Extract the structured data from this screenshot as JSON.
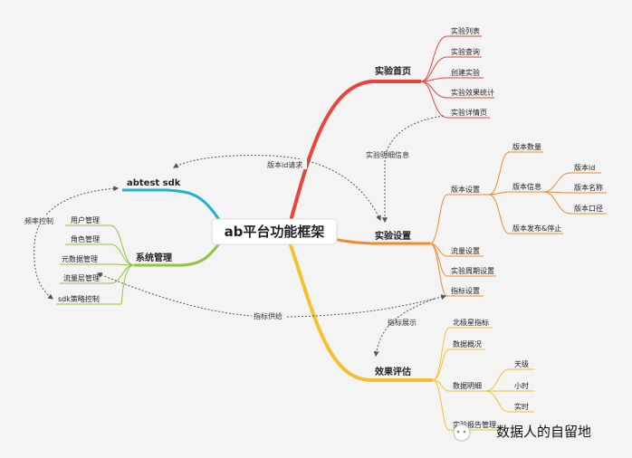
{
  "root": "ab平台功能框架",
  "branches": {
    "home": {
      "label": "实验首页",
      "children": [
        "实验列表",
        "实验查询",
        "创建实验",
        "实验效果统计",
        "实验详情页"
      ]
    },
    "settings": {
      "label": "实验设置",
      "version_settings": {
        "label": "版本设置",
        "children": {
          "count": "版本数量",
          "info": {
            "label": "版本信息",
            "children": [
              "版本id",
              "版本名称",
              "版本口径"
            ]
          },
          "release": "版本发布&停止"
        }
      },
      "others": [
        "流量设置",
        "实验周期设置",
        "指标设置"
      ]
    },
    "eval": {
      "label": "效果评估",
      "children": {
        "north": "北极星指标",
        "overview": "数据概况",
        "detail": {
          "label": "数据明细",
          "children": [
            "天级",
            "小时",
            "实时"
          ]
        },
        "report": "实验报告管理"
      }
    },
    "sdk": {
      "label": "abtest sdk"
    },
    "system": {
      "label": "系统管理",
      "children": [
        "用户管理",
        "角色管理",
        "元数据管理",
        "流量层管理",
        "sdk策略控制"
      ]
    }
  },
  "relations": {
    "version_id_request": "版本id请求",
    "detail_info": "实验明细信息",
    "freq_control": "频率控制",
    "metric_supply": "指标供给",
    "metric_display": "指标展示"
  },
  "watermark": "数据人的自留地",
  "colors": {
    "home": "#e8453c",
    "settings": "#f08a2c",
    "eval": "#f5c12e",
    "sdk": "#1fb5c9",
    "system": "#8dc63f"
  }
}
